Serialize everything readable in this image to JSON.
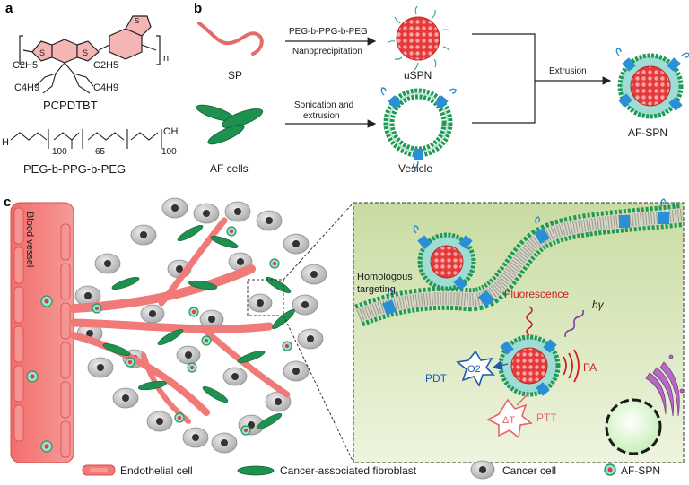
{
  "panels": {
    "a": "a",
    "b": "b",
    "c": "c"
  },
  "panel_a": {
    "polymer_name": "PCPDTBT",
    "polymer_n": "n",
    "side_group": "C2H5",
    "side_group_b": "C4H9",
    "copolymer_name": "PEG-b-PPG-b-PEG",
    "peg_h": "H",
    "peg_oh": "OH",
    "sub_100a": "100",
    "sub_65": "65",
    "sub_100b": "100"
  },
  "panel_b": {
    "sp_label": "SP",
    "reagent_top": "PEG-b-PPG-b-PEG",
    "process_top": "Nanoprecipitation",
    "uspn_label": "uSPN",
    "af_cells_label": "AF cells",
    "process_bottom_1": "Sonication and",
    "process_bottom_2": "extrusion",
    "vesicle_label": "Vesicle",
    "extrusion_label": "Extrusion",
    "product_label": "AF-SPN"
  },
  "panel_c": {
    "blood_vessel_label": "Blood vessel",
    "homologous_1": "Homologous",
    "homologous_2": "targeting",
    "fluorescence": "Fluorescence",
    "hv": "hγ",
    "pdt": "PDT",
    "o2": "O2",
    "pa": "PA",
    "dt": "ΔT",
    "ptt": "PTT"
  },
  "legend": {
    "endothelial": "Endothelial cell",
    "fibroblast": "Cancer-associated fibroblast",
    "cancer_cell": "Cancer cell",
    "af_spn": "AF-SPN"
  },
  "colors": {
    "red": "#e53a3a",
    "green": "#1f9a56",
    "teal": "#9fdcd3",
    "blue": "#2a8fd6",
    "vessel": "#f07a78",
    "gray": "#b4b4b4"
  }
}
